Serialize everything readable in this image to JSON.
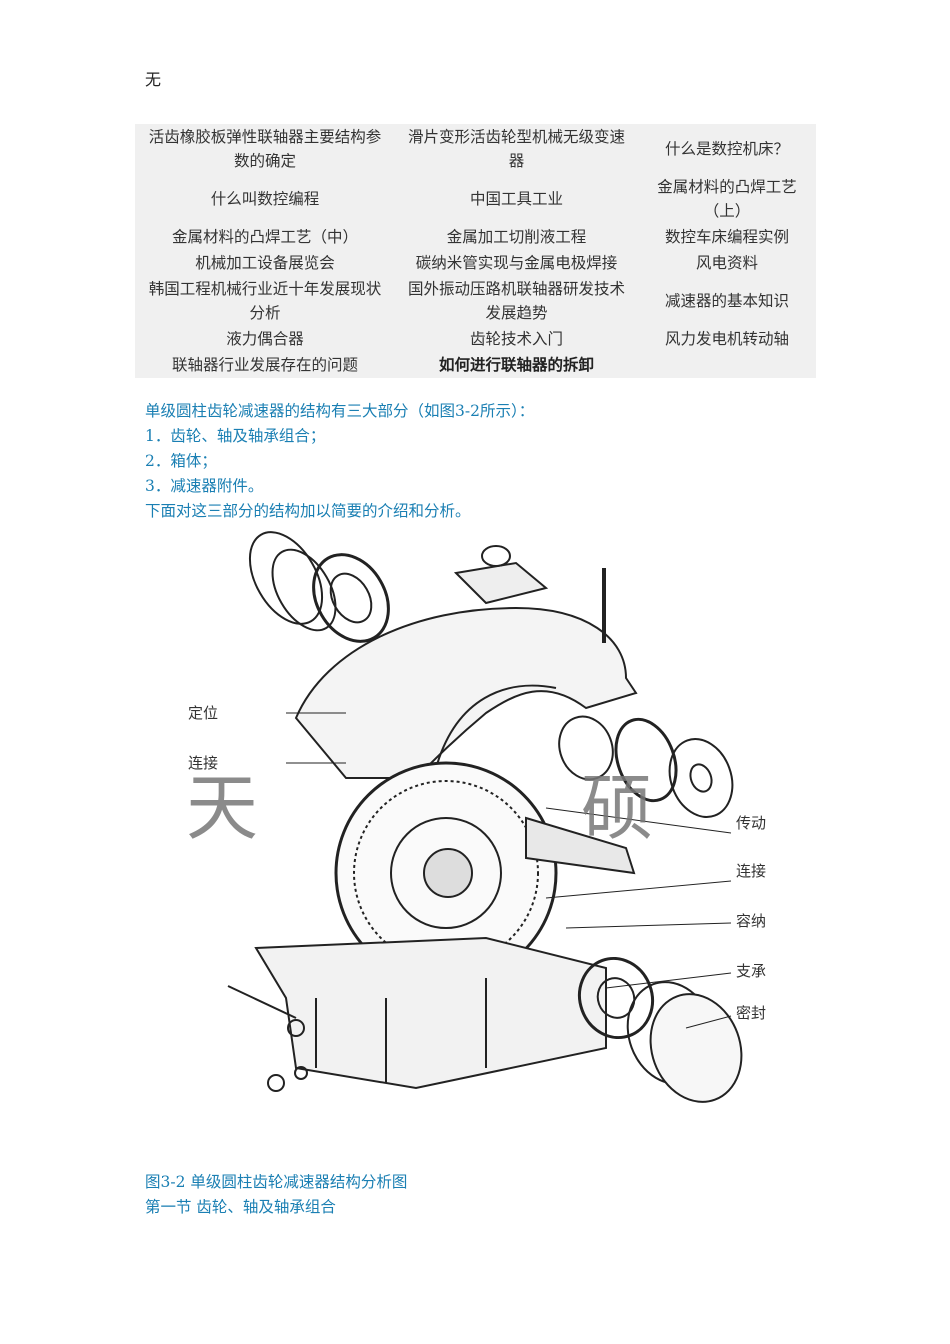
{
  "header_text": "无",
  "link_table": [
    [
      "活齿橡胶板弹性联轴器主要结构参数的确定",
      "滑片变形活齿轮型机械无级变速器",
      "什么是数控机床？"
    ],
    [
      "什么叫数控编程",
      "中国工具工业",
      "金属材料的凸焊工艺（上）"
    ],
    [
      "金属材料的凸焊工艺（中）",
      "金属加工切削液工程",
      "数控车床编程实例"
    ],
    [
      "机械加工设备展览会",
      "碳纳米管实现与金属电极焊接",
      "风电资料"
    ],
    [
      "韩国工程机械行业近十年发展现状分析",
      "国外振动压路机联轴器研发技术发展趋势",
      "减速器的基本知识"
    ],
    [
      "液力偶合器",
      "齿轮技术入门",
      "风力发电机转动轴"
    ],
    [
      "联轴器行业发展存在的问题",
      "如何进行联轴器的拆卸",
      ""
    ]
  ],
  "intro_lines": [
    "单级圆柱齿轮减速器的结构有三大部分（如图3-2所示）：",
    "1．齿轮、轴及轴承组合；",
    "2．箱体；",
    "3．减速器附件。",
    "下面对这三部分的结构加以简要的介绍和分析。"
  ],
  "figure": {
    "labels": {
      "positioning": "定位",
      "connect_left": "连接",
      "transmission": "传动",
      "connect_right": "连接",
      "contain": "容纳",
      "support": "支承",
      "seal": "密封"
    },
    "watermark": [
      "天",
      "硕"
    ]
  },
  "caption": "图3-2 单级圆柱齿轮减速器结构分析图",
  "section_heading": "第一节 齿轮、轴及轴承组合"
}
